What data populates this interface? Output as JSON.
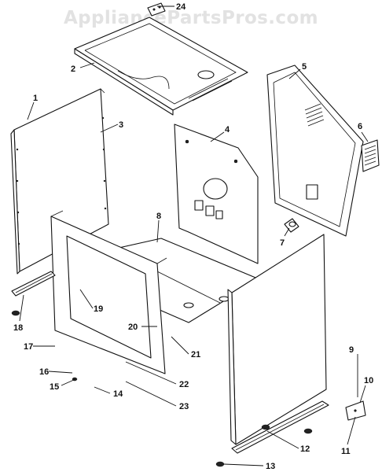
{
  "watermark": "AppliancePartsPros.com",
  "callouts": [
    "1",
    "2",
    "3",
    "4",
    "5",
    "6",
    "7",
    "8",
    "9",
    "10",
    "11",
    "12",
    "13",
    "14",
    "15",
    "16",
    "17",
    "18",
    "19",
    "20",
    "21",
    "22",
    "23",
    "24"
  ]
}
